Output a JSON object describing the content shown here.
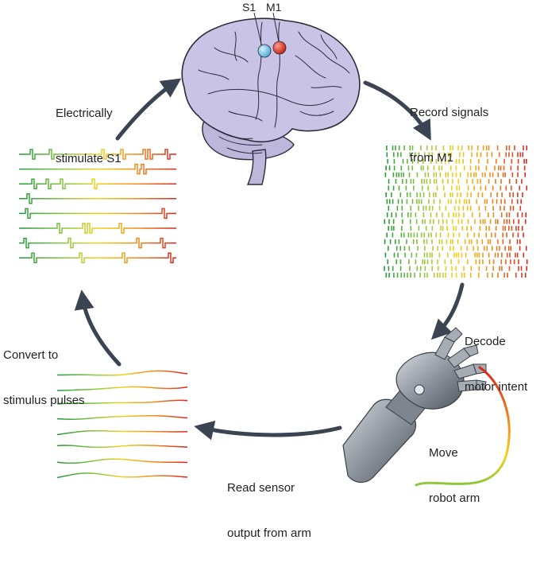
{
  "brain": {
    "s1_label": "S1",
    "m1_label": "M1",
    "s1_color": "#6cc3e8",
    "m1_color": "#e0301e",
    "tissue_color": "#c9c4e6",
    "outline_color": "#2b2b3a"
  },
  "steps": [
    {
      "id": "record",
      "lines": [
        "Record signals",
        "from M1"
      ]
    },
    {
      "id": "decode",
      "lines": [
        "Decode",
        "motor intent"
      ]
    },
    {
      "id": "move",
      "lines": [
        "Move",
        "robot arm"
      ]
    },
    {
      "id": "read",
      "lines": [
        "Read sensor",
        "output from arm"
      ]
    },
    {
      "id": "convert",
      "lines": [
        "Convert to",
        "stimulus pulses"
      ]
    },
    {
      "id": "stimulate",
      "lines": [
        "Electrically",
        "stimulate S1"
      ]
    }
  ],
  "palette": {
    "arrow": "#3a4452",
    "gradient": [
      "#1f9a3a",
      "#8cc63f",
      "#f2d21b",
      "#f08a1c",
      "#d9231f"
    ]
  },
  "panels": {
    "raster": "Spike raster of recorded M1 activity",
    "sensor": "Continuous sensor traces",
    "pulses": "Stimulus pulse trains"
  }
}
